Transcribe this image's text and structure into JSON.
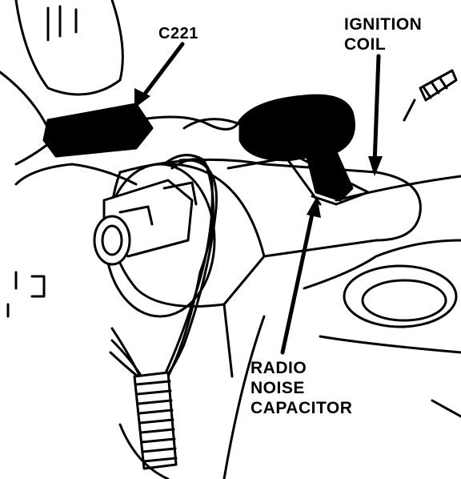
{
  "labels": {
    "connector": "C221",
    "coil_line1": "IGNITION",
    "coil_line2": "COIL",
    "capacitor_line1": "RADIO",
    "capacitor_line2": "NOISE",
    "capacitor_line3": "CAPACITOR"
  }
}
